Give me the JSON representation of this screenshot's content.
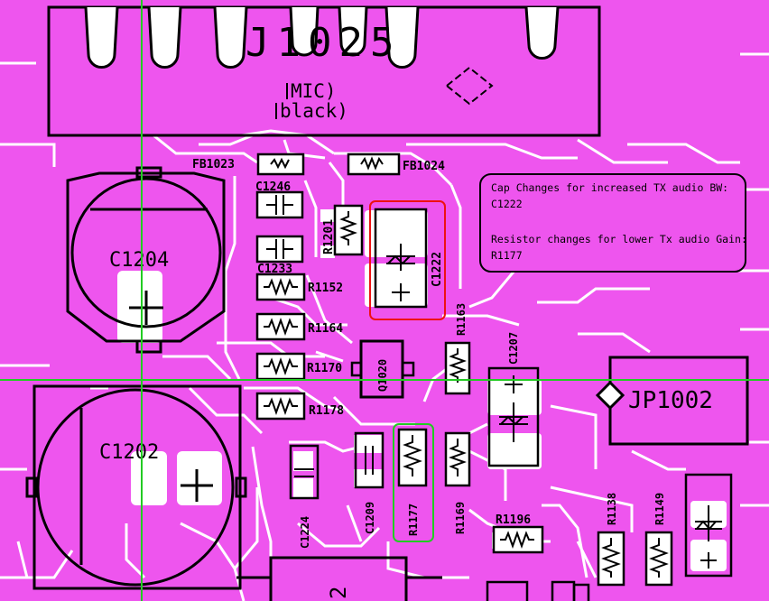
{
  "board": {
    "background_color": "#ee55ee",
    "trace_color": "#ffffff",
    "silkscreen_color": "#000000",
    "crosshair_color": "#22cc22",
    "highlight_red": "#ee1111",
    "highlight_green": "#22cc22"
  },
  "connector": {
    "ref": "J1025",
    "line1": "MIC)",
    "line2": "black)"
  },
  "labels": {
    "fb1023": "FB1023",
    "fb1024": "FB1024",
    "c1246": "C1246",
    "c1233": "C1233",
    "r1201": "R1201",
    "c1222": "C1222",
    "r1163": "R1163",
    "c1207": "C1207",
    "c1204": "C1204",
    "c1202": "C1202",
    "r1152": "R1152",
    "r1164": "R1164",
    "r1170": "R1170",
    "r1178": "R1178",
    "q1020": "Q1020",
    "jp1002": "JP1002",
    "c1224": "C1224",
    "c1209": "C1209",
    "r1177": "R1177",
    "r1169": "R1169",
    "r1196": "R1196",
    "r1138": "R1138",
    "r1149": "R1149",
    "bottom_digit": "2"
  },
  "note": {
    "line1": "Cap Changes for increased TX audio BW:",
    "line2": "C1222",
    "line3": "Resistor changes for lower Tx audio Gain:",
    "line4": "R1177"
  }
}
